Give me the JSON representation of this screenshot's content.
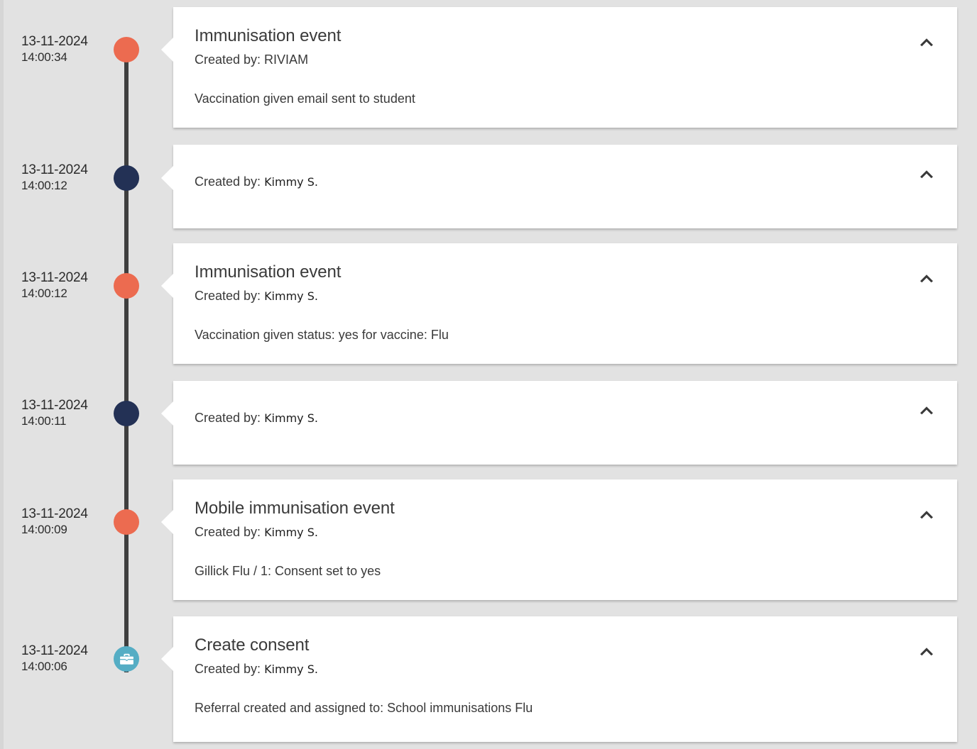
{
  "theme": {
    "page_background": "#e2e2e2",
    "card_background": "#ffffff",
    "rail_color": "#3f3f3f",
    "dot_orange": "#ec6b50",
    "dot_navy": "#233155",
    "dot_teal": "#55adc4",
    "text_color": "#3a3a3a"
  },
  "timeline": {
    "collapse_icon": "chevron-up-icon",
    "entries": [
      {
        "date": "13-11-2024",
        "time": "14:00:34",
        "marker": "orange-dot",
        "marker_icon": "",
        "title": "Immunisation event",
        "creator_label": "Created by: RIVIAM",
        "creator_name": "",
        "detail": "Vaccination given email sent to student"
      },
      {
        "date": "13-11-2024",
        "time": "14:00:12",
        "marker": "navy-dot",
        "marker_icon": "",
        "title": "",
        "creator_label": "Created by: ",
        "creator_name": "Kimmy S.",
        "detail": ""
      },
      {
        "date": "13-11-2024",
        "time": "14:00:12",
        "marker": "orange-dot",
        "marker_icon": "",
        "title": "Immunisation event",
        "creator_label": "Created by: ",
        "creator_name": "Kimmy S.",
        "detail": "Vaccination given status: yes for vaccine: Flu"
      },
      {
        "date": "13-11-2024",
        "time": "14:00:11",
        "marker": "navy-dot",
        "marker_icon": "",
        "title": "",
        "creator_label": "Created by: ",
        "creator_name": "Kimmy S.",
        "detail": ""
      },
      {
        "date": "13-11-2024",
        "time": "14:00:09",
        "marker": "orange-dot",
        "marker_icon": "",
        "title": "Mobile immunisation event",
        "creator_label": "Created by: ",
        "creator_name": "Kimmy S.",
        "detail": "Gillick Flu / 1: Consent set to yes"
      },
      {
        "date": "13-11-2024",
        "time": "14:00:06",
        "marker": "teal-dot",
        "marker_icon": "briefcase-icon",
        "title": "Create consent",
        "creator_label": "Created by: ",
        "creator_name": "Kimmy S.",
        "detail": "Referral created and assigned to: School immunisations Flu"
      }
    ]
  }
}
